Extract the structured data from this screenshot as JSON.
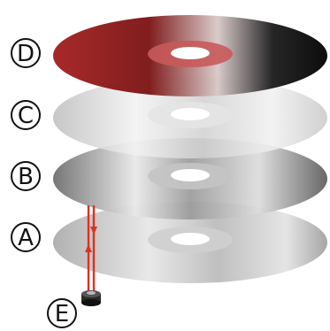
{
  "layers": [
    {
      "id": "D",
      "label": "D",
      "role": "top layer (label)",
      "tint": "red-to-black"
    },
    {
      "id": "C",
      "label": "C",
      "role": "layer",
      "tint": "light-grey"
    },
    {
      "id": "B",
      "label": "B",
      "role": "layer",
      "tint": "dark-grey"
    },
    {
      "id": "A",
      "label": "A",
      "role": "bottom layer",
      "tint": "light-grey"
    }
  ],
  "source": {
    "id": "E",
    "label": "E"
  },
  "colors": {
    "beam": "#e0301e",
    "disc_light": "#d8d8d8",
    "disc_dark": "#8a8a8a",
    "disc_red": "#8b1a1a",
    "outline": "#111111"
  }
}
